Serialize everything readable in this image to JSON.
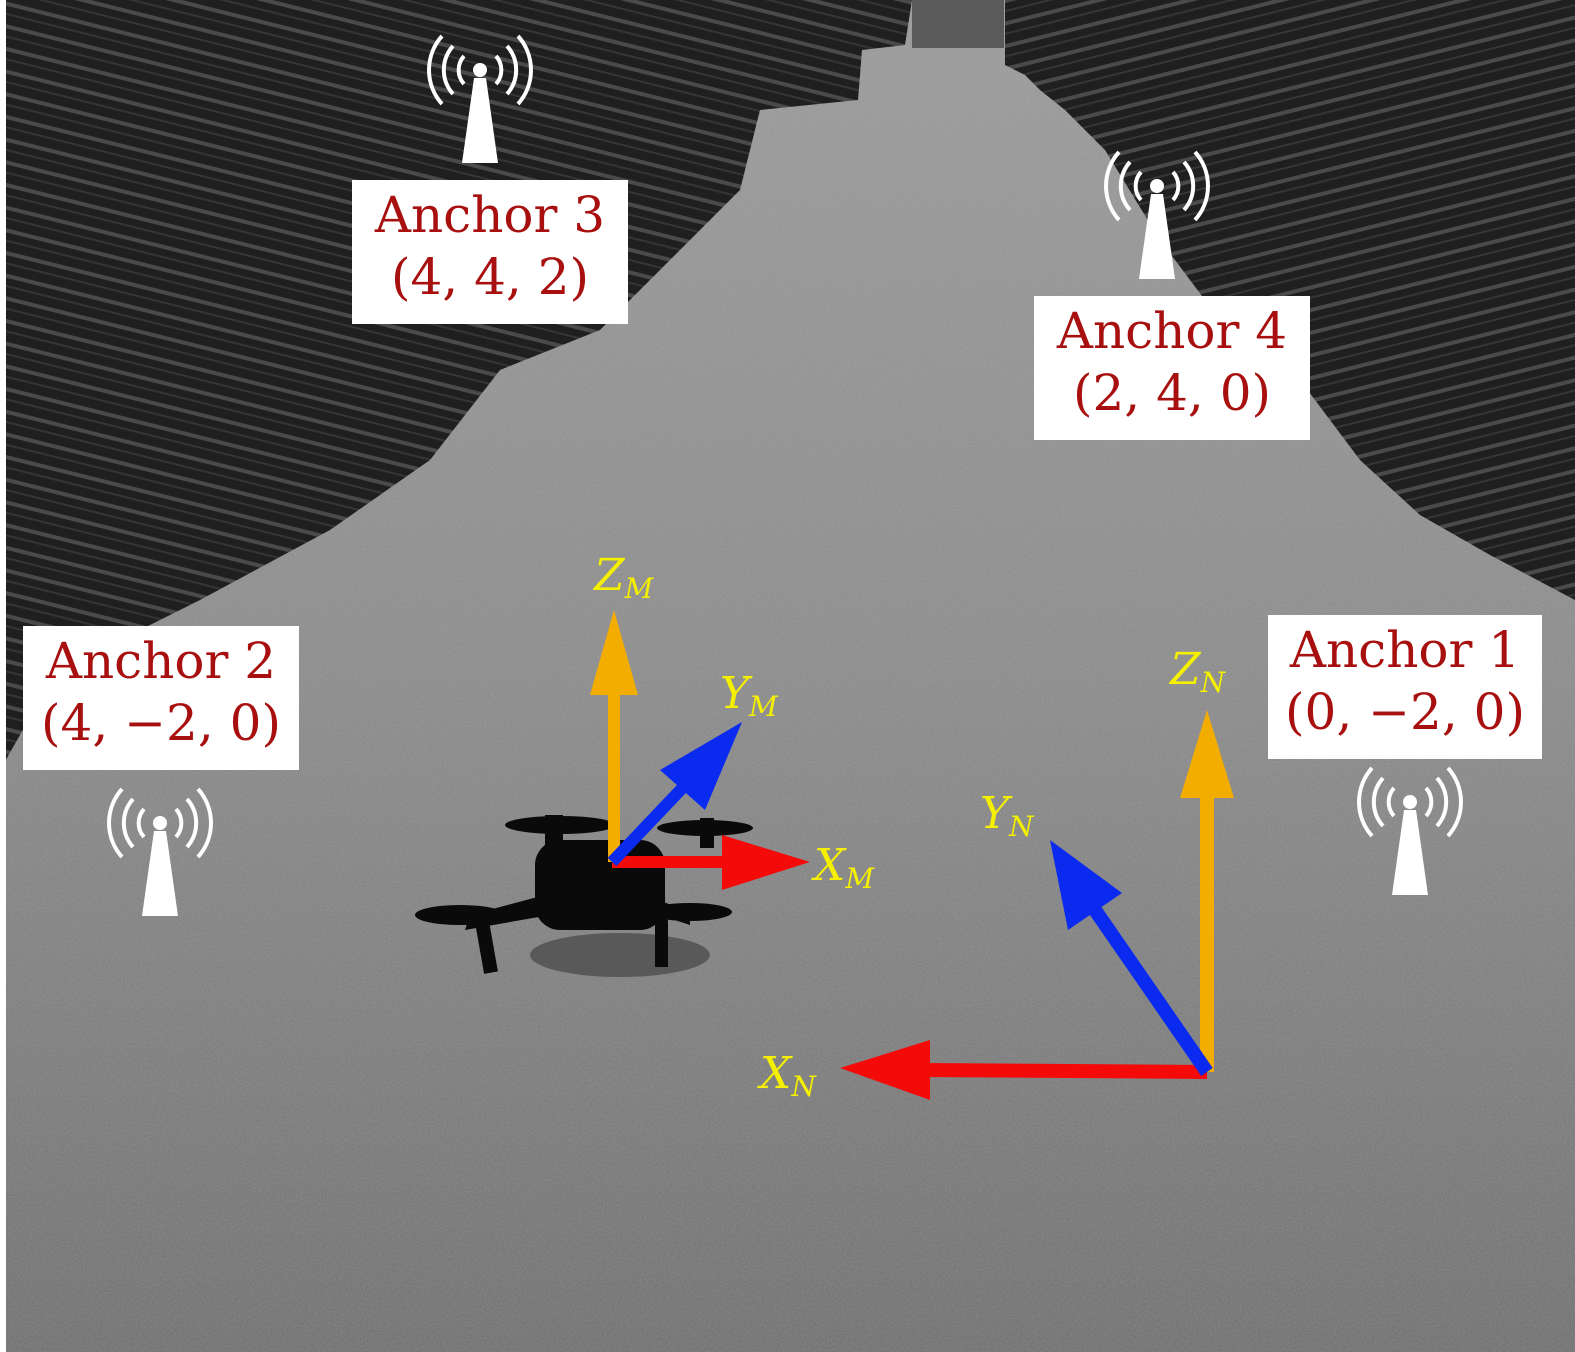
{
  "colors": {
    "anchor_text": "#a81010",
    "axis_label": "#f5f000",
    "axis_x": "#f50a0a",
    "axis_y": "#0a2af0",
    "axis_z": "#f2ad00",
    "antenna": "#ffffff",
    "floor": "#8c8c8c",
    "wall": "#262626"
  },
  "icons": [
    "antenna-icon",
    "drone-icon"
  ],
  "anchors": [
    {
      "id": "anchor-1",
      "name": "Anchor 1",
      "coords": "(0, −2, 0)"
    },
    {
      "id": "anchor-2",
      "name": "Anchor 2",
      "coords": "(4, −2, 0)"
    },
    {
      "id": "anchor-3",
      "name": "Anchor 3",
      "coords": "(4, 4, 2)"
    },
    {
      "id": "anchor-4",
      "name": "Anchor 4",
      "coords": "(2, 4, 0)"
    }
  ],
  "frames": {
    "M": {
      "x": {
        "letter": "X",
        "sub": "M"
      },
      "y": {
        "letter": "Y",
        "sub": "M"
      },
      "z": {
        "letter": "Z",
        "sub": "M"
      }
    },
    "N": {
      "x": {
        "letter": "X",
        "sub": "N"
      },
      "y": {
        "letter": "Y",
        "sub": "N"
      },
      "z": {
        "letter": "Z",
        "sub": "N"
      }
    }
  }
}
